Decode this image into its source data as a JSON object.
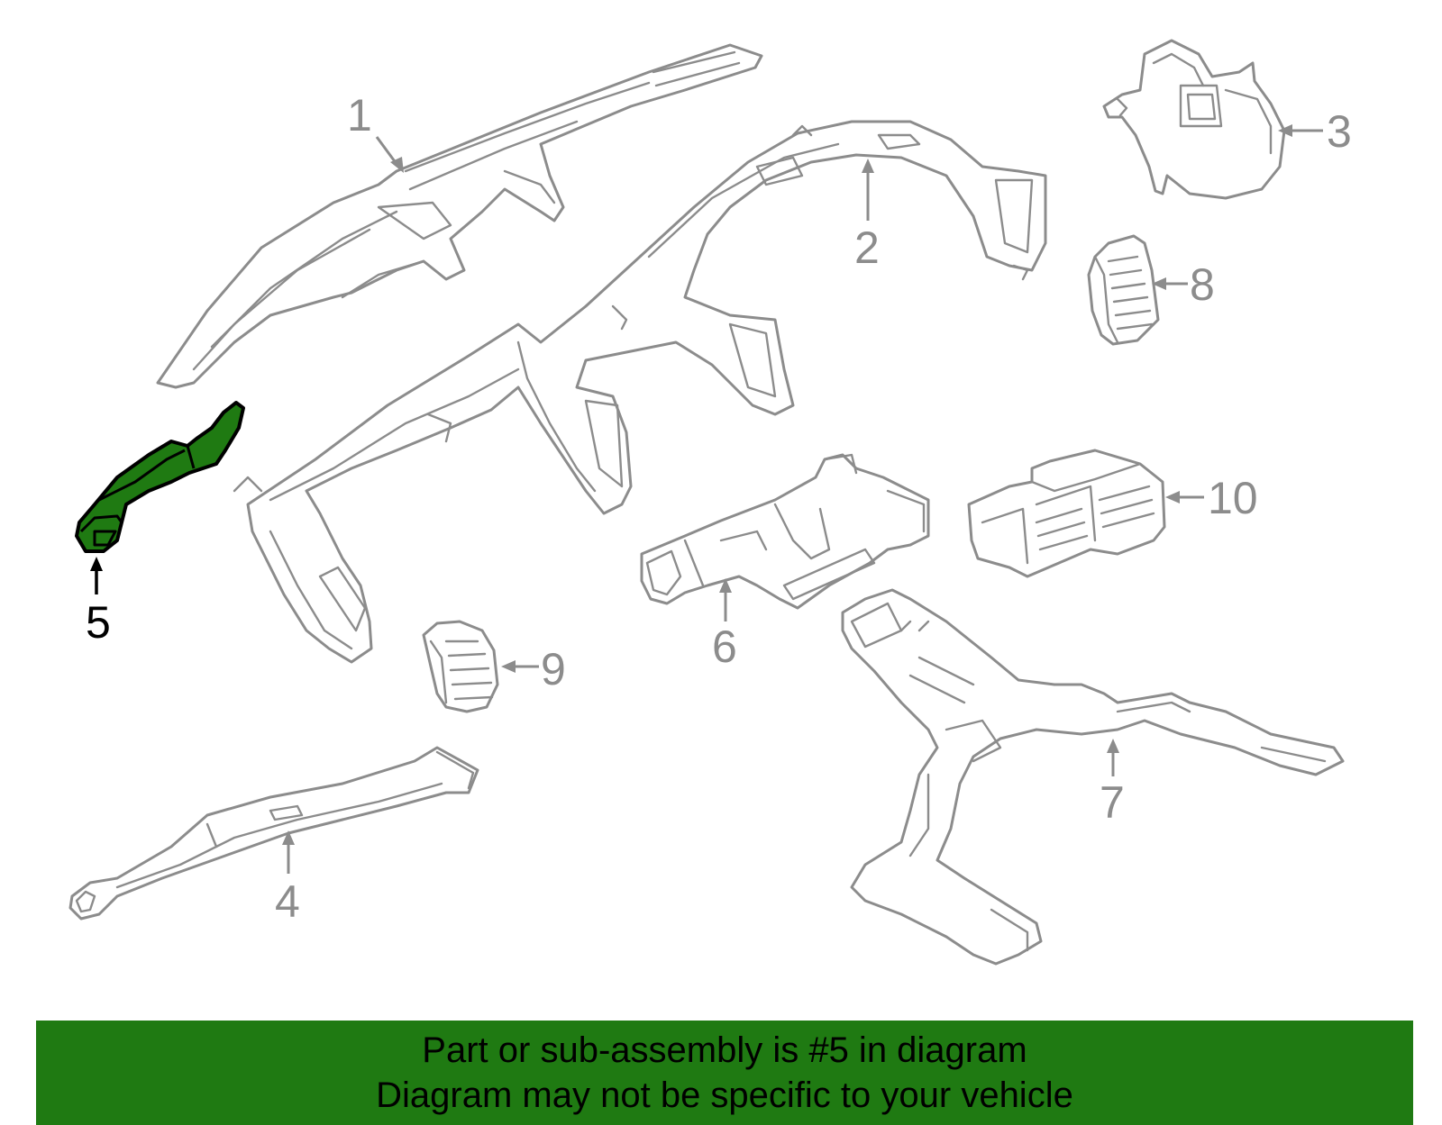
{
  "highlight_color": "#1f7a12",
  "line_color": "#8c8c8c",
  "highlighted_part": "5",
  "callouts": {
    "p1": "1",
    "p2": "2",
    "p3": "3",
    "p4": "4",
    "p5": "5",
    "p6": "6",
    "p7": "7",
    "p8": "8",
    "p9": "9",
    "p10": "10"
  },
  "banner": {
    "line1": "Part or sub-assembly is #5 in diagram",
    "line2": "Diagram may not be specific to your vehicle"
  }
}
